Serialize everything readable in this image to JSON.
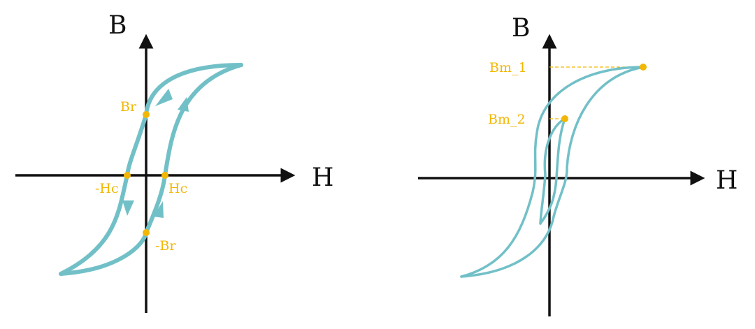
{
  "colors": {
    "curve": "#72c0c7",
    "point": "#f2b705",
    "axis": "#111111",
    "background": "#ffffff"
  },
  "left_diagram": {
    "axis_y_label": "B",
    "axis_x_label": "H",
    "points": {
      "br": "Br",
      "neg_br": "-Br",
      "hc": "Hc",
      "neg_hc": "-Hc"
    }
  },
  "right_diagram": {
    "axis_y_label": "B",
    "axis_x_label": "H",
    "points": {
      "bm1": "Bm_1",
      "bm2": "Bm_2"
    }
  }
}
